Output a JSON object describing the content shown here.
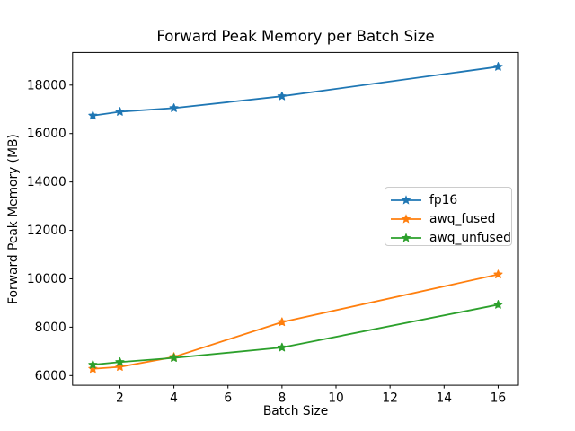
{
  "figure": {
    "background": "#ffffff",
    "axis_color": "#000000",
    "text_color": "#000000"
  },
  "chart_data": {
    "type": "line",
    "title": "Forward Peak Memory per Batch Size",
    "xlabel": "Batch Size",
    "ylabel": "Forward Peak Memory (MB)",
    "x": [
      1,
      2,
      4,
      8,
      16
    ],
    "series": [
      {
        "name": "fp16",
        "color": "#1f77b4",
        "values": [
          16740,
          16900,
          17050,
          17540,
          18760
        ]
      },
      {
        "name": "awq_fused",
        "color": "#ff7f0e",
        "values": [
          6280,
          6360,
          6770,
          8210,
          10180
        ]
      },
      {
        "name": "awq_unfused",
        "color": "#2ca02c",
        "values": [
          6450,
          6560,
          6730,
          7160,
          8930
        ]
      }
    ],
    "xticks": [
      2,
      4,
      6,
      8,
      10,
      12,
      14,
      16
    ],
    "yticks": [
      6000,
      8000,
      10000,
      12000,
      14000,
      16000,
      18000
    ],
    "xlim": [
      0.25,
      16.75
    ],
    "ylim": [
      5600,
      19350
    ],
    "grid": false,
    "marker": "star",
    "legend": {
      "position": "center-right",
      "border_color": "#cccccc",
      "background": "#ffffff",
      "entries": [
        "fp16",
        "awq_fused",
        "awq_unfused"
      ]
    }
  }
}
